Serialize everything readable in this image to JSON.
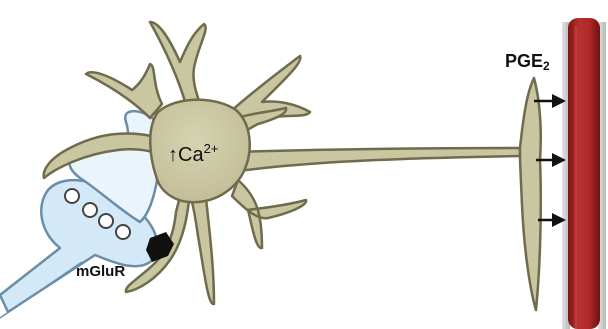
{
  "labels": {
    "calcium_arrow": "↑",
    "calcium_base": "Ca",
    "calcium_charge": "2+",
    "prostaglandin_base": "PGE",
    "prostaglandin_subscript": "2",
    "receptor": "mGluR"
  },
  "colors": {
    "astrocyte_fill": "#c9c6a2",
    "astrocyte_outline": "#6f6b4c",
    "synapse_fill": "#d4e9f7",
    "synapse_light": "#eaf4fb",
    "synapse_outline": "#6a8ea8",
    "vessel_red": "#b02a2a",
    "vessel_dark": "#7e1515",
    "vessel_wall": "#c9c9c9",
    "receptor": "#111111",
    "arrow": "#111111"
  },
  "icons": [
    "synaptic-vesicle",
    "mglur-receptor",
    "signal-arrow"
  ],
  "vesicle_count": 4,
  "signal_arrow_count": 3
}
